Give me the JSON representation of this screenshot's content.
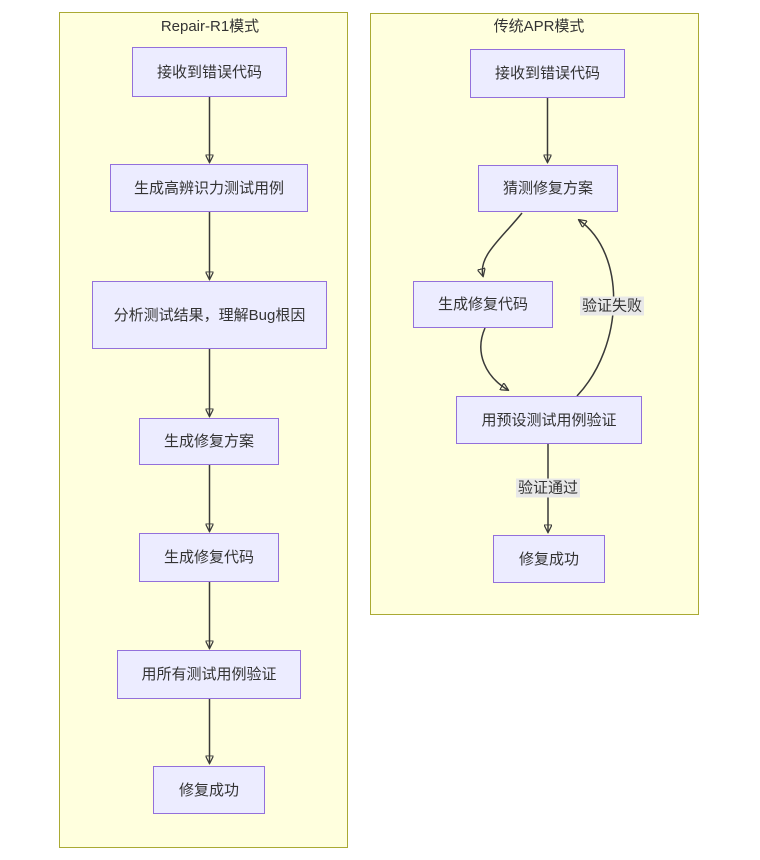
{
  "diagram": {
    "type": "flowchart",
    "colors": {
      "node_fill": "#ECECFF",
      "node_border": "#9370DB",
      "panel_fill": "#FFFFDE",
      "panel_border": "#AAAA33",
      "edge_stroke": "#393939",
      "edge_label_bg": "#E8E8E8",
      "text": "#333333",
      "page_bg": "#FFFFFF"
    },
    "panels": [
      {
        "title": "Repair-R1模式",
        "nodes": [
          {
            "label": "接收到错误代码"
          },
          {
            "label": "生成高辨识力测试用例"
          },
          {
            "label": "分析测试结果，理解Bug根因"
          },
          {
            "label": "生成修复方案"
          },
          {
            "label": "生成修复代码"
          },
          {
            "label": "用所有测试用例验证"
          },
          {
            "label": "修复成功"
          }
        ],
        "edges": [
          {
            "from": "接收到错误代码",
            "to": "生成高辨识力测试用例"
          },
          {
            "from": "生成高辨识力测试用例",
            "to": "分析测试结果，理解Bug根因"
          },
          {
            "from": "分析测试结果，理解Bug根因",
            "to": "生成修复方案"
          },
          {
            "from": "生成修复方案",
            "to": "生成修复代码"
          },
          {
            "from": "生成修复代码",
            "to": "用所有测试用例验证"
          },
          {
            "from": "用所有测试用例验证",
            "to": "修复成功"
          }
        ]
      },
      {
        "title": "传统APR模式",
        "nodes": [
          {
            "label": "接收到错误代码"
          },
          {
            "label": "猜测修复方案"
          },
          {
            "label": "生成修复代码"
          },
          {
            "label": "用预设测试用例验证"
          },
          {
            "label": "修复成功"
          }
        ],
        "edge_labels": [
          {
            "label": "验证失败"
          },
          {
            "label": "验证通过"
          }
        ],
        "edges": [
          {
            "from": "接收到错误代码",
            "to": "猜测修复方案"
          },
          {
            "from": "猜测修复方案",
            "to": "生成修复代码"
          },
          {
            "from": "生成修复代码",
            "to": "用预设测试用例验证"
          },
          {
            "from": "用预设测试用例验证",
            "to": "猜测修复方案",
            "label": "验证失败"
          },
          {
            "from": "用预设测试用例验证",
            "to": "修复成功",
            "label": "验证通过"
          }
        ]
      }
    ]
  }
}
